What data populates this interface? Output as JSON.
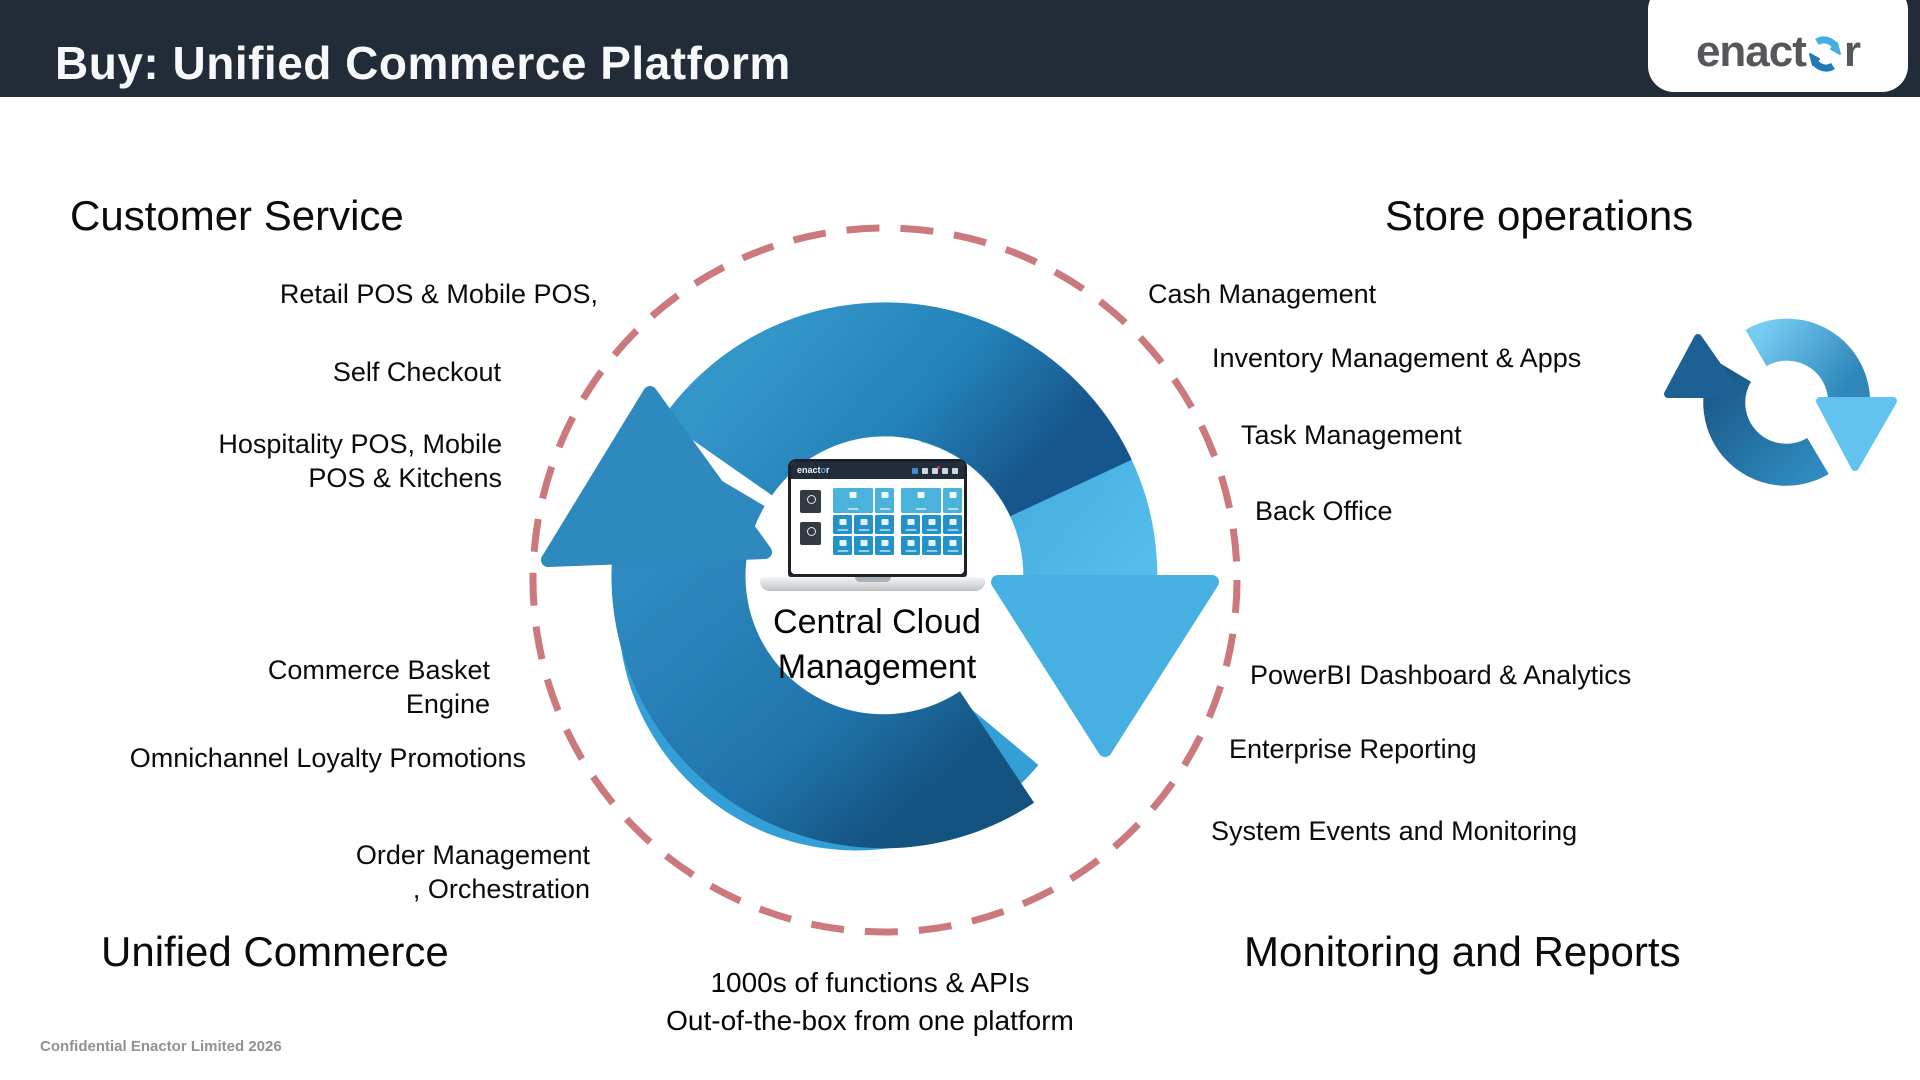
{
  "slide": {
    "title": "Buy: Unified Commerce Platform",
    "logo_left": "enact",
    "logo_right": "r",
    "footer": "Confidential Enactor Limited 2026"
  },
  "quadrants": {
    "customer_service": "Customer Service",
    "store_operations": "Store operations",
    "unified_commerce": "Unified Commerce",
    "monitoring_reports": "Monitoring and Reports"
  },
  "customer_service_items": {
    "retail_pos": "Retail POS & Mobile POS,",
    "self_checkout": "Self Checkout",
    "hospitality_l1": "Hospitality POS, Mobile",
    "hospitality_l2": "POS & Kitchens"
  },
  "unified_commerce_items": {
    "basket_l1": "Commerce Basket",
    "basket_l2": "Engine",
    "omnichannel": "Omnichannel Loyalty Promotions",
    "order_l1": "Order Management",
    "order_l2": ", Orchestration"
  },
  "store_operations_items": {
    "cash": "Cash Management",
    "inventory": "Inventory Management & Apps",
    "task": "Task Management",
    "back_office": "Back Office"
  },
  "monitoring_items": {
    "powerbi": "PowerBI Dashboard & Analytics",
    "enterprise": "Enterprise Reporting",
    "system_events": "System Events and Monitoring"
  },
  "center": {
    "caption_l1": "Central Cloud",
    "caption_l2": "Management",
    "laptop_brand_left": "enact",
    "laptop_brand_o": "o",
    "laptop_brand_right": "r",
    "note_l1": "1000s of functions & APIs",
    "note_l2": "Out-of-the-box from one platform"
  },
  "colors": {
    "header_bg": "#222b38",
    "dashed_ring": "#cb797c",
    "arrow_medium_blue": "#2e89bf",
    "arrow_dark_blue": "#15639c",
    "arrow_light_blue": "#47b0e2",
    "tile_light": "#49b3dc",
    "tile_medium": "#2292c8",
    "logo_gray": "#55575a"
  }
}
